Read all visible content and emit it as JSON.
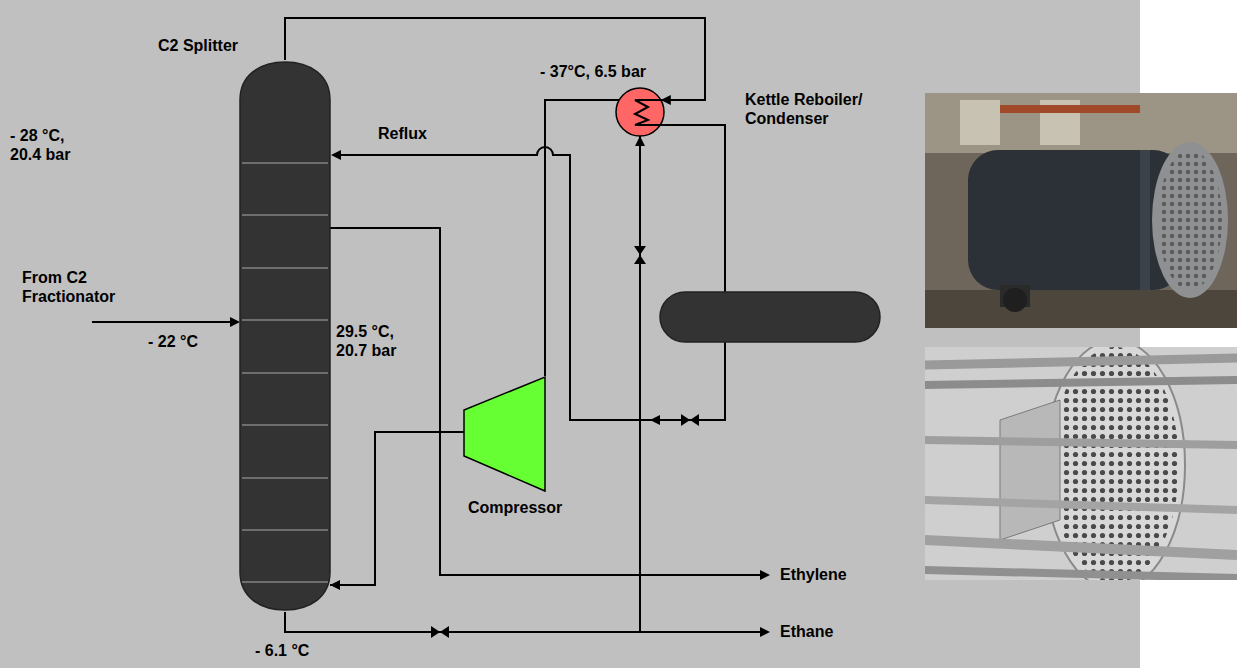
{
  "diagram": {
    "nodes": [
      {
        "text": [
          "C2 Splitter"
        ]
      },
      {
        "text": [
          "Kettle Reboiler/ Condenser"
        ]
      },
      {
        "text": [
          "Compressor"
        ]
      }
    ],
    "edges": [
      {
        "from": 0,
        "to": 1,
        "arrow": "to"
      },
      {
        "from": 1,
        "to": 2,
        "arrow": "none"
      },
      {
        "from": 2,
        "to": 0,
        "arrow": "to"
      },
      {
        "from": 0,
        "to": 1,
        "arrow": "to"
      }
    ],
    "labels": [
      "- 28 °C, 20.4 bar",
      "From C2 Fractionator",
      "- 22 °C",
      "- 37°C, 6.5 bar",
      "Reflux",
      "29.5 °C, 20.7 bar",
      "Ethylene",
      "Ethane",
      "- 6.1 °C"
    ]
  }
}
